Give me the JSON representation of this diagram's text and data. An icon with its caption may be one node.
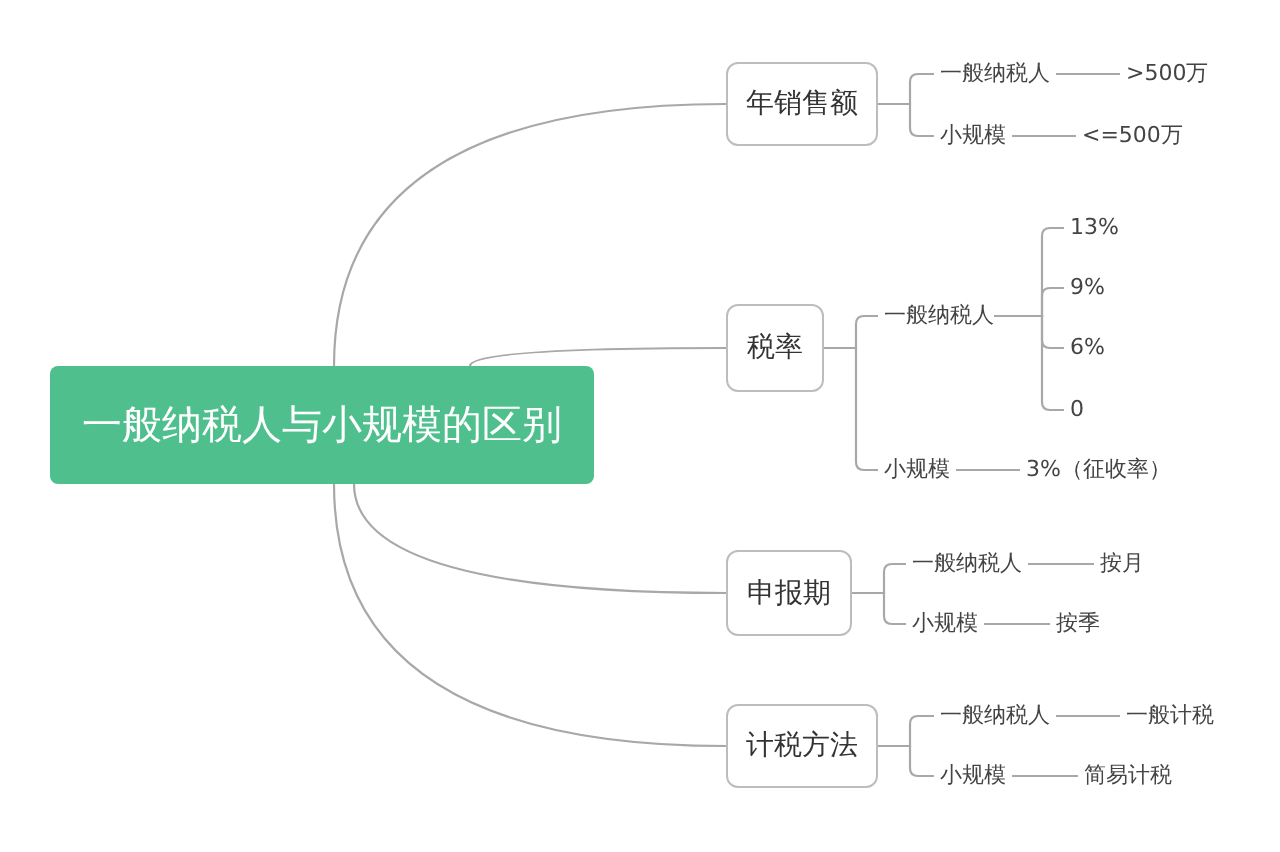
{
  "diagram": {
    "nodes": [
      {
        "text": [
          "一般纳税人与小规模的区别"
        ]
      },
      {
        "text": [
          "年销售额"
        ]
      },
      {
        "text": [
          "一般纳税人"
        ]
      },
      {
        "text": [
          ">500万"
        ]
      },
      {
        "text": [
          "小规模"
        ]
      },
      {
        "text": [
          "<=500万"
        ]
      },
      {
        "text": [
          "税率"
        ]
      },
      {
        "text": [
          "一般纳税人"
        ]
      },
      {
        "text": [
          "13%"
        ]
      },
      {
        "text": [
          "9%"
        ]
      },
      {
        "text": [
          "6%"
        ]
      },
      {
        "text": [
          "0"
        ]
      },
      {
        "text": [
          "小规模"
        ]
      },
      {
        "text": [
          "3%（征收率）"
        ]
      },
      {
        "text": [
          "申报期"
        ]
      },
      {
        "text": [
          "一般纳税人"
        ]
      },
      {
        "text": [
          "按月"
        ]
      },
      {
        "text": [
          "小规模"
        ]
      },
      {
        "text": [
          "按季"
        ]
      },
      {
        "text": [
          "计税方法"
        ]
      },
      {
        "text": [
          "一般纳税人"
        ]
      },
      {
        "text": [
          "一般计税"
        ]
      },
      {
        "text": [
          "小规模"
        ]
      },
      {
        "text": [
          "简易计税"
        ]
      }
    ],
    "edges": [
      {
        "from": 0,
        "to": 1,
        "arrow": "none"
      },
      {
        "from": 0,
        "to": 6,
        "arrow": "none"
      },
      {
        "from": 0,
        "to": 14,
        "arrow": "none"
      },
      {
        "from": 0,
        "to": 19,
        "arrow": "none"
      },
      {
        "from": 1,
        "to": 2,
        "arrow": "none"
      },
      {
        "from": 2,
        "to": 3,
        "arrow": "none"
      },
      {
        "from": 1,
        "to": 4,
        "arrow": "none"
      },
      {
        "from": 4,
        "to": 5,
        "arrow": "none"
      },
      {
        "from": 6,
        "to": 7,
        "arrow": "none"
      },
      {
        "from": 7,
        "to": 8,
        "arrow": "none"
      },
      {
        "from": 7,
        "to": 9,
        "arrow": "none"
      },
      {
        "from": 7,
        "to": 10,
        "arrow": "none"
      },
      {
        "from": 7,
        "to": 11,
        "arrow": "none"
      },
      {
        "from": 6,
        "to": 12,
        "arrow": "none"
      },
      {
        "from": 12,
        "to": 13,
        "arrow": "none"
      },
      {
        "from": 14,
        "to": 15,
        "arrow": "none"
      },
      {
        "from": 15,
        "to": 16,
        "arrow": "none"
      },
      {
        "from": 14,
        "to": 17,
        "arrow": "none"
      },
      {
        "from": 17,
        "to": 18,
        "arrow": "none"
      },
      {
        "from": 19,
        "to": 20,
        "arrow": "none"
      },
      {
        "from": 20,
        "to": 21,
        "arrow": "none"
      },
      {
        "from": 19,
        "to": 22,
        "arrow": "none"
      },
      {
        "from": 22,
        "to": 23,
        "arrow": "none"
      }
    ]
  }
}
